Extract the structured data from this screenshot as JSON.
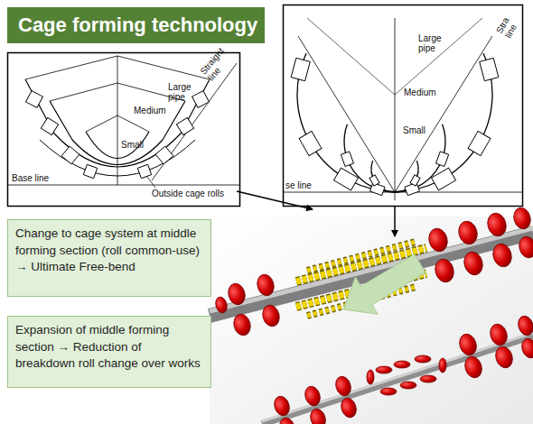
{
  "diagram": {
    "title": "Cage forming technology",
    "nodes": [
      {
        "text": [
          "Change to cage system at middle forming section (roll common-use) → Ultimate Free-bend"
        ]
      },
      {
        "text": [
          "Expansion of middle forming section → Reduction of breakdown roll change over works"
        ]
      }
    ],
    "labels": [
      "Large pipe",
      "Straight line",
      "Medium",
      "Small",
      "Base line",
      "Outside cage rolls",
      "Large pipe",
      "Stra line",
      "Medium",
      "Small",
      "se line"
    ]
  }
}
